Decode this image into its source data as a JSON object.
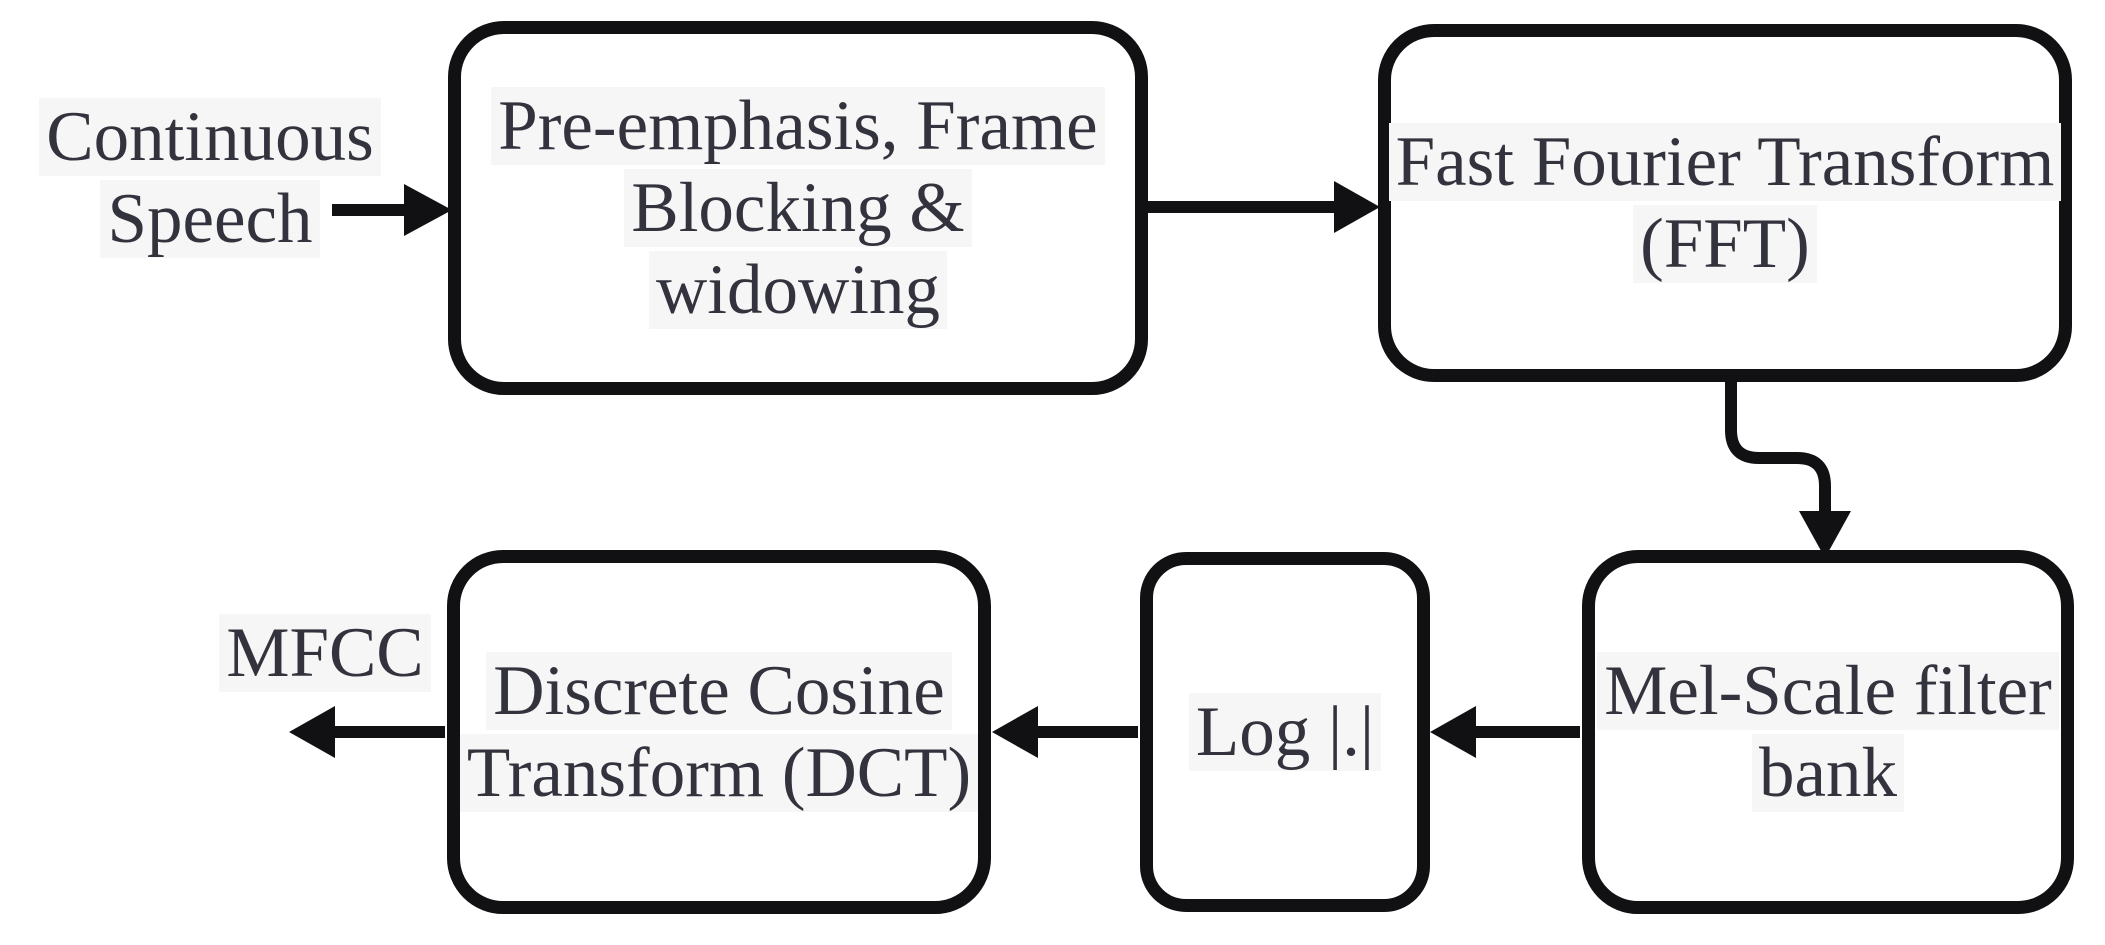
{
  "diagram": {
    "title": "MFCC feature extraction flowchart",
    "colors": {
      "border": "#111114",
      "text": "#33333e",
      "text_highlight": "#f6f6f7",
      "background": "#ffffff"
    },
    "input_label": {
      "lines": [
        "Continuous",
        "Speech"
      ]
    },
    "output_label": {
      "lines": [
        "MFCC"
      ]
    },
    "nodes": {
      "preemphasis": {
        "lines": [
          "Pre-emphasis, Frame",
          "Blocking &",
          "widowing"
        ]
      },
      "fft": {
        "lines": [
          "Fast Fourier Transform",
          "(FFT)"
        ]
      },
      "mel": {
        "lines": [
          "Mel-Scale filter",
          "bank"
        ]
      },
      "log": {
        "lines": [
          "Log |.|"
        ]
      },
      "dct": {
        "lines": [
          "Discrete Cosine",
          "Transform (DCT)"
        ]
      }
    },
    "edges": [
      {
        "from": "continuous-speech",
        "to": "preemphasis"
      },
      {
        "from": "preemphasis",
        "to": "fft"
      },
      {
        "from": "fft",
        "to": "mel"
      },
      {
        "from": "mel",
        "to": "log"
      },
      {
        "from": "log",
        "to": "dct"
      },
      {
        "from": "dct",
        "to": "mfcc"
      }
    ]
  }
}
